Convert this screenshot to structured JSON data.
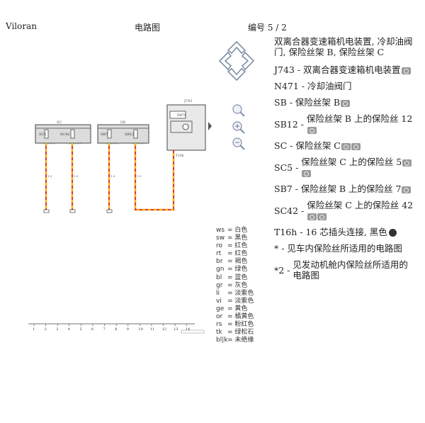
{
  "header": {
    "brand": "Viloran",
    "diagram_title": "电路图",
    "page_number": "编号  5 / 2"
  },
  "components": {
    "intro": "双离合器变速箱机电装置, 冷却油阀门, 保险丝架 B, 保险丝架 C",
    "items": [
      {
        "code": "J743",
        "desc": "双离合器变速箱机电装置",
        "cameras": 1,
        "connector": false
      },
      {
        "code": "N471",
        "desc": "冷却油阀门",
        "cameras": 0,
        "connector": false
      },
      {
        "code": "SB",
        "desc": "保险丝架 B",
        "cameras": 1,
        "connector": false
      },
      {
        "code": "SB12",
        "desc": "保险丝架 B 上的保险丝 12",
        "cameras": 1,
        "connector": false
      },
      {
        "code": "SC",
        "desc": "保险丝架 C",
        "cameras": 2,
        "connector": false
      },
      {
        "code": "SC5",
        "desc": "保险丝架 C 上的保险丝 5",
        "cameras": 2,
        "connector": false
      },
      {
        "code": "SB7",
        "desc": "保险丝架 B 上的保险丝 7",
        "cameras": 1,
        "connector": false
      },
      {
        "code": "SC42",
        "desc": "保险丝架 C 上的保险丝 42",
        "cameras": 2,
        "connector": false
      },
      {
        "code": "T16h",
        "desc": "16 芯插头连接, 黑色",
        "cameras": 0,
        "connector": true
      },
      {
        "code": "*",
        "desc": "见车内保险丝所适用的电路图",
        "cameras": 0,
        "connector": false
      },
      {
        "code": "*2",
        "desc": "见发动机舱内保险丝所适用的电路图",
        "cameras": 0,
        "connector": false
      }
    ]
  },
  "legend": [
    {
      "code": "ws",
      "sep": "=",
      "color": "白色"
    },
    {
      "code": "sw",
      "sep": "=",
      "color": "黑色"
    },
    {
      "code": "ro",
      "sep": "=",
      "color": "红色"
    },
    {
      "code": "rt",
      "sep": "=",
      "color": "红色"
    },
    {
      "code": "br",
      "sep": "=",
      "color": "褐色"
    },
    {
      "code": "gn",
      "sep": "=",
      "color": "绿色"
    },
    {
      "code": "bl",
      "sep": "=",
      "color": "蓝色"
    },
    {
      "code": "gr",
      "sep": "=",
      "color": "灰色"
    },
    {
      "code": "li",
      "sep": "=",
      "color": "淡紫色"
    },
    {
      "code": "vi",
      "sep": "=",
      "color": "淡紫色"
    },
    {
      "code": "ge",
      "sep": "=",
      "color": "黄色"
    },
    {
      "code": "or",
      "sep": "=",
      "color": "橘黄色"
    },
    {
      "code": "rs",
      "sep": "=",
      "color": "粉红色"
    },
    {
      "code": "tk",
      "sep": "=",
      "color": "绿松石"
    },
    {
      "code": "bl|k",
      "sep": "=",
      "color": "未绝缘"
    }
  ],
  "diagram": {
    "bus_labels": [
      "SC",
      "SB"
    ],
    "fuse_labels": [
      "SC5",
      "SC42",
      "SB7",
      "SB12"
    ],
    "ecu_label": "J743",
    "valve_label": "N471",
    "connector_label": "T16h",
    "ruler_ticks": [
      "1",
      "2",
      "3",
      "4",
      "5",
      "6",
      "7",
      "8",
      "9",
      "10",
      "11",
      "12",
      "13",
      "14"
    ],
    "colors": {
      "wire_red": "#e23b2e",
      "wire_yellow": "#f2b705",
      "line": "#444444",
      "box_fill": "#e9e9e9",
      "bar_fill": "#dcdcdc",
      "nav": "#7f8fa8"
    }
  }
}
